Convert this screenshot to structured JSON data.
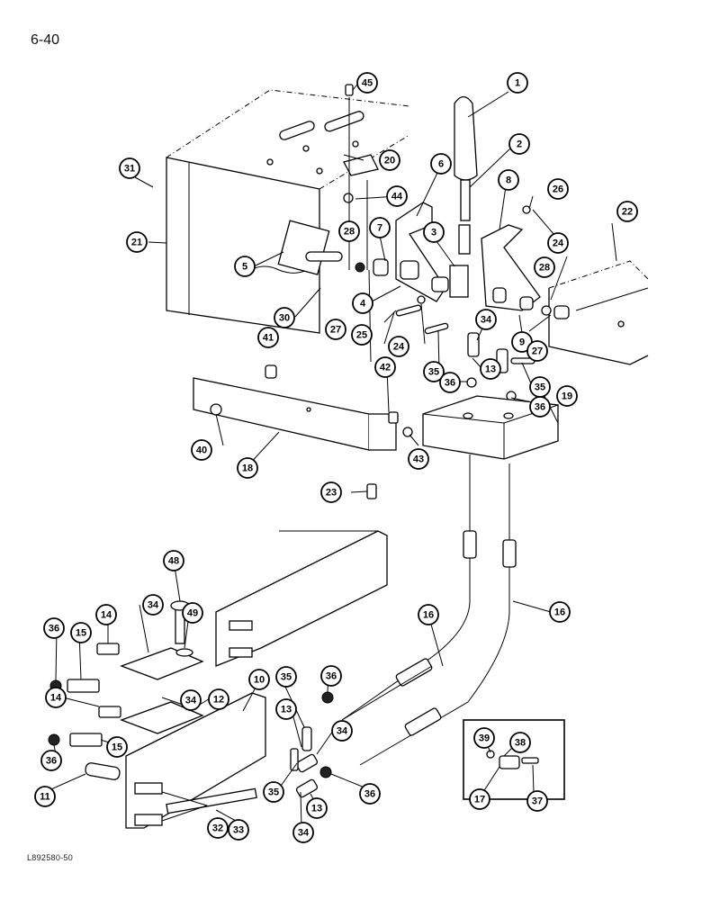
{
  "page_number": "6-40",
  "figure_code": "L892580-50",
  "callouts": [
    "1",
    "2",
    "3",
    "4",
    "5",
    "6",
    "7",
    "8",
    "9",
    "10",
    "11",
    "12",
    "13",
    "14",
    "15",
    "16",
    "17",
    "18",
    "19",
    "20",
    "21",
    "22",
    "23",
    "24",
    "25",
    "26",
    "27",
    "28",
    "30",
    "31",
    "32",
    "33",
    "34",
    "35",
    "36",
    "37",
    "38",
    "39",
    "40",
    "41",
    "42",
    "43",
    "44",
    "45",
    "48",
    "49"
  ]
}
